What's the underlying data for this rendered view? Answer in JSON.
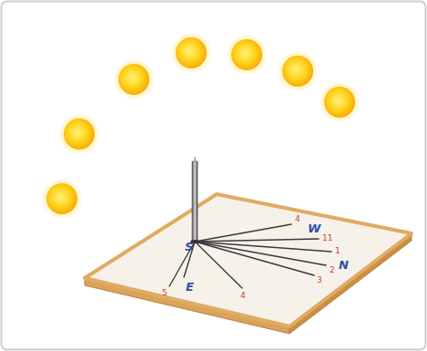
{
  "diagram": {
    "labels": [
      "S",
      "4",
      "W",
      "11",
      "1",
      "N",
      "2",
      "3",
      "4",
      "E",
      "5"
    ]
  }
}
